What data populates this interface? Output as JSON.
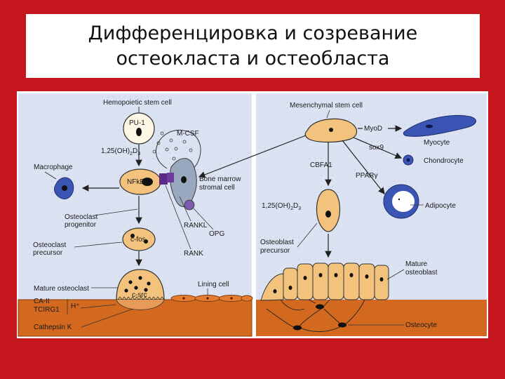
{
  "slide": {
    "title_line1": "Дифференцировка и созревание",
    "title_line2": "остеокласта и остеобласта",
    "colors": {
      "background": "#c4161c",
      "panel": "#dbe3f2",
      "bone": "#d2691e",
      "cell": "#f3c27c",
      "myocyte": "#3b55b4"
    }
  },
  "left_panel": {
    "hemopoietic_stem_cell": "Hemopoietic stem cell",
    "pu1": "PU-1",
    "mcsf": "M-CSF",
    "vitd_prefix": "1,25(OH)",
    "vitd_sub2": "2",
    "vitd_mid": "D",
    "vitd_sub3": "3",
    "macrophage": "Macrophage",
    "nfkb": "NFkB",
    "bone_marrow_line1": "Bone marrow",
    "bone_marrow_line2": "stromal cell",
    "osteoclast_progenitor_line1": "Osteoclast",
    "osteoclast_progenitor_line2": "progenitor",
    "cfos": "c-fos",
    "rankl": "RANKL",
    "opg": "OPG",
    "osteoclast_precursor_line1": "Osteoclast",
    "osteoclast_precursor_line2": "precursor",
    "rank": "RANK",
    "mature_osteoclast": "Mature osteoclast",
    "csrc": "c-src",
    "lining_cell": "Lining cell",
    "ca2": "CA-II",
    "tcirg1": "TCIRG1",
    "hplus": "H⁺",
    "cathepsin_k": "Cathepsin K"
  },
  "right_panel": {
    "mesenchymal_stem_cell": "Mesenchymal stem cell",
    "myod": "MyoD",
    "myocyte": "Myocyte",
    "sox9": "sox9",
    "chondrocyte": "Chondrocyte",
    "cbfa1": "CBFA1",
    "ppar": "PPARγ",
    "adipocyte": "Adipocyte",
    "vitd_prefix": "1,25(OH)",
    "vitd_sub2": "2",
    "vitd_mid": "D",
    "vitd_sub3": "3",
    "osteoblast_precursor_line1": "Osteoblast",
    "osteoblast_precursor_line2": "precursor",
    "mature_osteoblast_line1": "Mature",
    "mature_osteoblast_line2": "osteoblast",
    "osteocyte": "Osteocyte"
  }
}
